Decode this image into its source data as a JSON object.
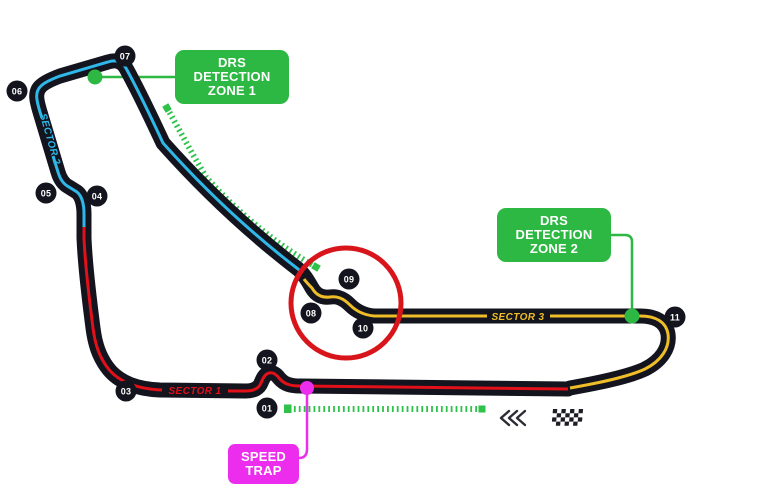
{
  "map": {
    "turns": [
      {
        "label": "01"
      },
      {
        "label": "02"
      },
      {
        "label": "03"
      },
      {
        "label": "04"
      },
      {
        "label": "05"
      },
      {
        "label": "06"
      },
      {
        "label": "07"
      },
      {
        "label": "08"
      },
      {
        "label": "09"
      },
      {
        "label": "10"
      },
      {
        "label": "11"
      }
    ],
    "sectors": [
      {
        "label": "SECTOR 1",
        "color": "#e11019"
      },
      {
        "label": "SECTOR 2",
        "color": "#2fb7e8"
      },
      {
        "label": "SECTOR 3",
        "color": "#eebd28"
      }
    ],
    "annotations": {
      "drs_zone_1": {
        "lines": [
          "DRS",
          "DETECTION",
          "ZONE 1"
        ],
        "color": "#2db843"
      },
      "drs_zone_2": {
        "lines": [
          "DRS",
          "DETECTION",
          "ZONE 2"
        ],
        "color": "#2db843"
      },
      "speed_trap": {
        "lines": [
          "SPEED",
          "TRAP"
        ],
        "color": "#ed2dee"
      }
    },
    "icons": {
      "direction": "left-chevrons-icon",
      "start_finish": "checkered-flag-icon",
      "drs_detection_points": "green-dot",
      "speed_trap_point": "magenta-dot",
      "chicane_highlight": "red-circle"
    },
    "colors": {
      "background": "#ffffff",
      "track": "#13141e",
      "drs_green": "#2db843",
      "drs_dotted_green": "#2fc24b",
      "speed_trap_magenta": "#ed2dee",
      "highlight_red": "#d9151c"
    }
  }
}
